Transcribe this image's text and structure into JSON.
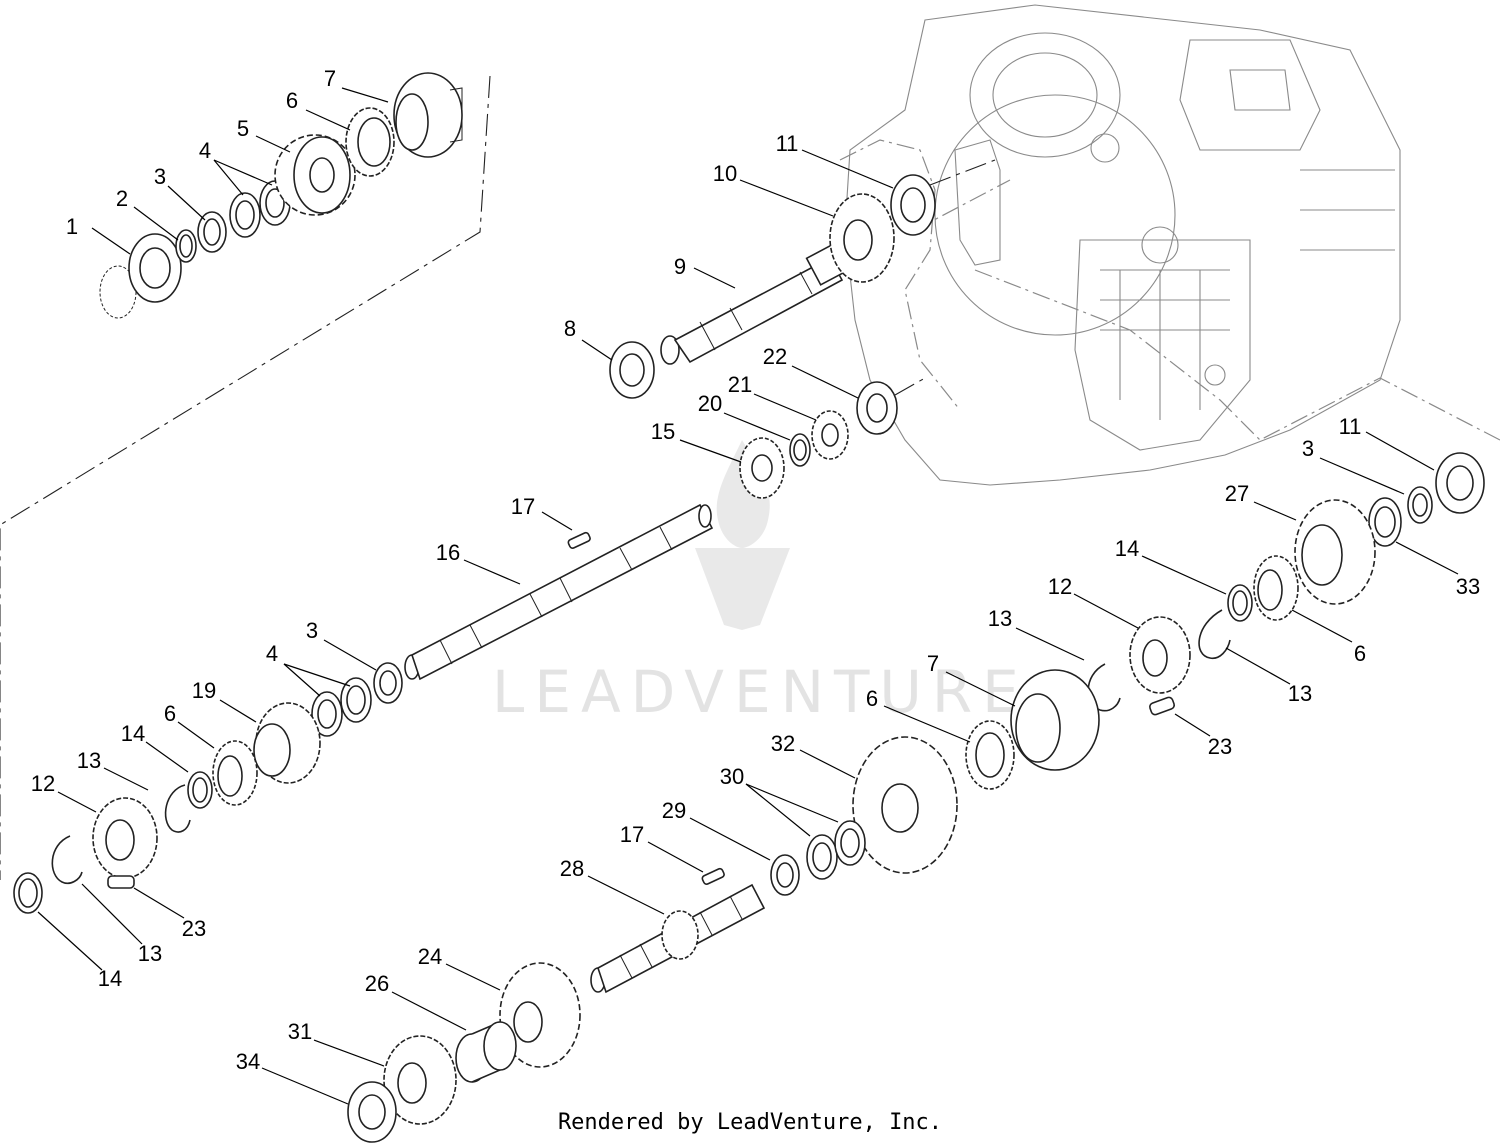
{
  "footer": {
    "credit": "Rendered by LeadVenture, Inc."
  },
  "watermark": {
    "text": "LEADVENTURE",
    "logo": "leadventure-flame-logo"
  },
  "callouts": [
    {
      "id": "c1",
      "text": "1"
    },
    {
      "id": "c2",
      "text": "2"
    },
    {
      "id": "c3a",
      "text": "3"
    },
    {
      "id": "c4a",
      "text": "4"
    },
    {
      "id": "c5",
      "text": "5"
    },
    {
      "id": "c6a",
      "text": "6"
    },
    {
      "id": "c7a",
      "text": "7"
    },
    {
      "id": "c8",
      "text": "8"
    },
    {
      "id": "c9",
      "text": "9"
    },
    {
      "id": "c10",
      "text": "10"
    },
    {
      "id": "c11a",
      "text": "11"
    },
    {
      "id": "c22",
      "text": "22"
    },
    {
      "id": "c21",
      "text": "21"
    },
    {
      "id": "c20",
      "text": "20"
    },
    {
      "id": "c15",
      "text": "15"
    },
    {
      "id": "c17a",
      "text": "17"
    },
    {
      "id": "c16",
      "text": "16"
    },
    {
      "id": "c3b",
      "text": "3"
    },
    {
      "id": "c4b",
      "text": "4"
    },
    {
      "id": "c19",
      "text": "19"
    },
    {
      "id": "c6b",
      "text": "6"
    },
    {
      "id": "c14a",
      "text": "14"
    },
    {
      "id": "c13a",
      "text": "13"
    },
    {
      "id": "c12a",
      "text": "12"
    },
    {
      "id": "c23a",
      "text": "23"
    },
    {
      "id": "c13b",
      "text": "13"
    },
    {
      "id": "c14b",
      "text": "14"
    },
    {
      "id": "c11b",
      "text": "11"
    },
    {
      "id": "c3c",
      "text": "3"
    },
    {
      "id": "c27",
      "text": "27"
    },
    {
      "id": "c33",
      "text": "33"
    },
    {
      "id": "c14c",
      "text": "14"
    },
    {
      "id": "c12b",
      "text": "12"
    },
    {
      "id": "c6c",
      "text": "6"
    },
    {
      "id": "c13c",
      "text": "13"
    },
    {
      "id": "c13d",
      "text": "13"
    },
    {
      "id": "c23b",
      "text": "23"
    },
    {
      "id": "c7b",
      "text": "7"
    },
    {
      "id": "c6d",
      "text": "6"
    },
    {
      "id": "c32",
      "text": "32"
    },
    {
      "id": "c30",
      "text": "30"
    },
    {
      "id": "c29",
      "text": "29"
    },
    {
      "id": "c17b",
      "text": "17"
    },
    {
      "id": "c28",
      "text": "28"
    },
    {
      "id": "c24",
      "text": "24"
    },
    {
      "id": "c26",
      "text": "26"
    },
    {
      "id": "c31",
      "text": "31"
    },
    {
      "id": "c34",
      "text": "34"
    }
  ]
}
